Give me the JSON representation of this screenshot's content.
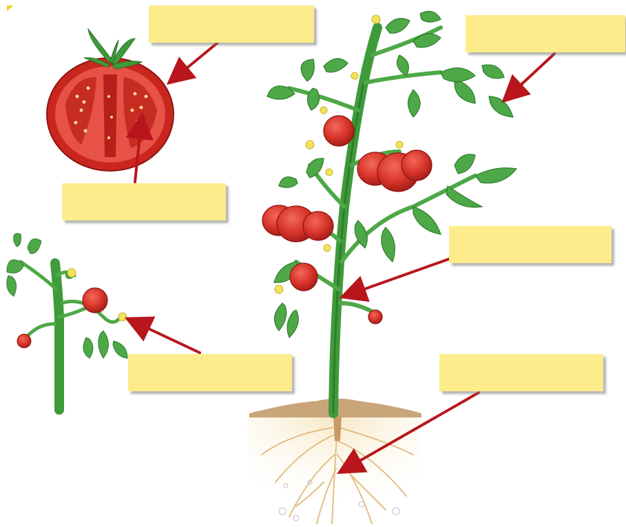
{
  "diagram": {
    "labels": [
      {
        "id": "fruit",
        "text": ""
      },
      {
        "id": "leaf",
        "text": ""
      },
      {
        "id": "seed",
        "text": ""
      },
      {
        "id": "stem",
        "text": ""
      },
      {
        "id": "flower",
        "text": ""
      },
      {
        "id": "root",
        "text": ""
      }
    ]
  },
  "colors": {
    "label_box": "#fdec8c",
    "arrow": "#b8161c",
    "stem": "#3f9a3a",
    "leaf": "#4ea847",
    "tomato": "#d8352a",
    "flower": "#f2e35c",
    "soil": "#c9a57a",
    "root": "#e8c98f"
  },
  "icons": [
    "tomato-cross-section",
    "tomato-plant",
    "tomato-branch",
    "roots"
  ]
}
